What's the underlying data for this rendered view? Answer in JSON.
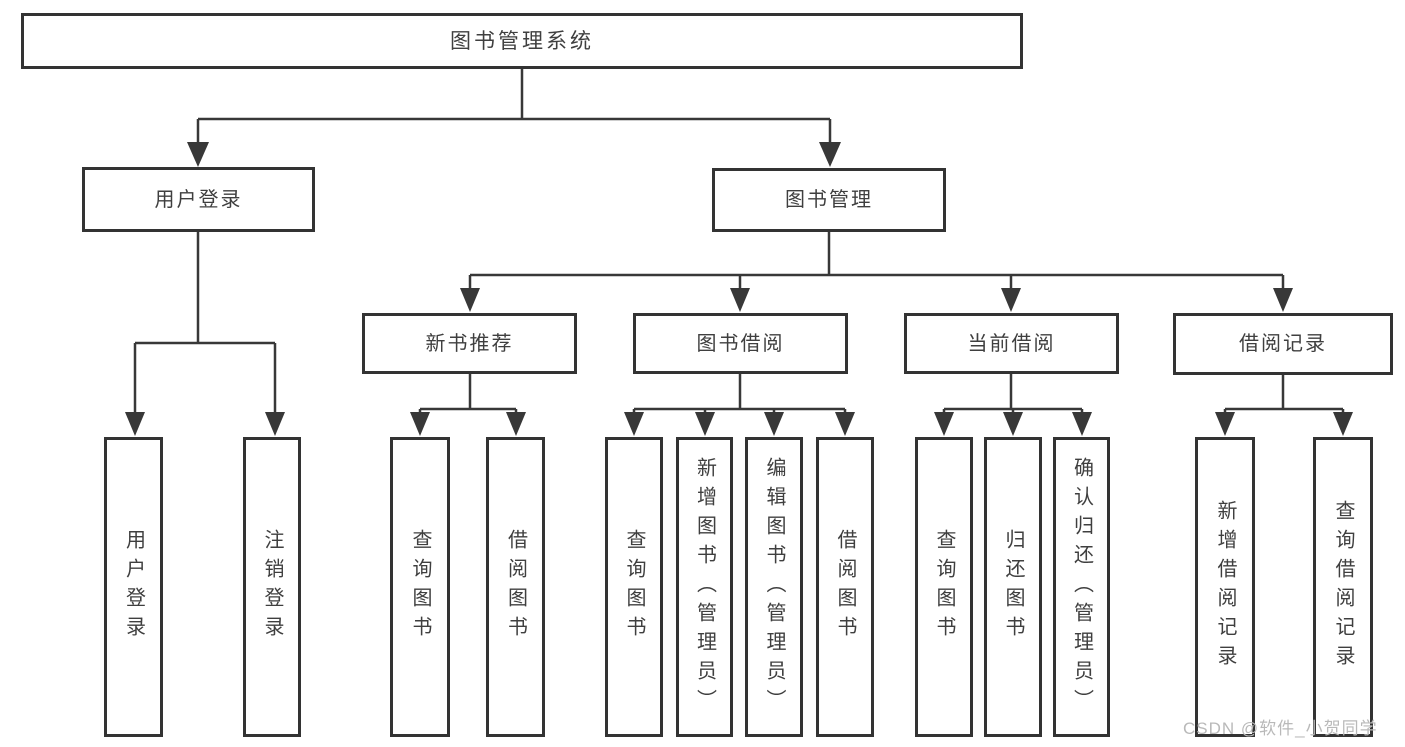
{
  "watermark": "CSDN @软件_小贺同学",
  "colors": {
    "line": "#383838",
    "box_border": "#333333",
    "text": "#3f3f3f",
    "watermark": "#b9b9b9",
    "background": "#ffffff"
  },
  "tree": {
    "root": "图书管理系统",
    "level2": [
      {
        "label": "用户登录",
        "children": [
          {
            "label": "用户登录"
          },
          {
            "label": "注销登录"
          }
        ]
      },
      {
        "label": "图书管理",
        "children": [
          {
            "label": "新书推荐",
            "children": [
              {
                "label": "查询图书"
              },
              {
                "label": "借阅图书"
              }
            ]
          },
          {
            "label": "图书借阅",
            "children": [
              {
                "label": "查询图书"
              },
              {
                "label": "新增图书（管理员）"
              },
              {
                "label": "编辑图书（管理员）"
              },
              {
                "label": "借阅图书"
              }
            ]
          },
          {
            "label": "当前借阅",
            "children": [
              {
                "label": "查询图书"
              },
              {
                "label": "归还图书"
              },
              {
                "label": "确认归还（管理员）"
              }
            ]
          },
          {
            "label": "借阅记录",
            "children": [
              {
                "label": "新增借阅记录"
              },
              {
                "label": "查询借阅记录"
              }
            ]
          }
        ]
      }
    ]
  }
}
